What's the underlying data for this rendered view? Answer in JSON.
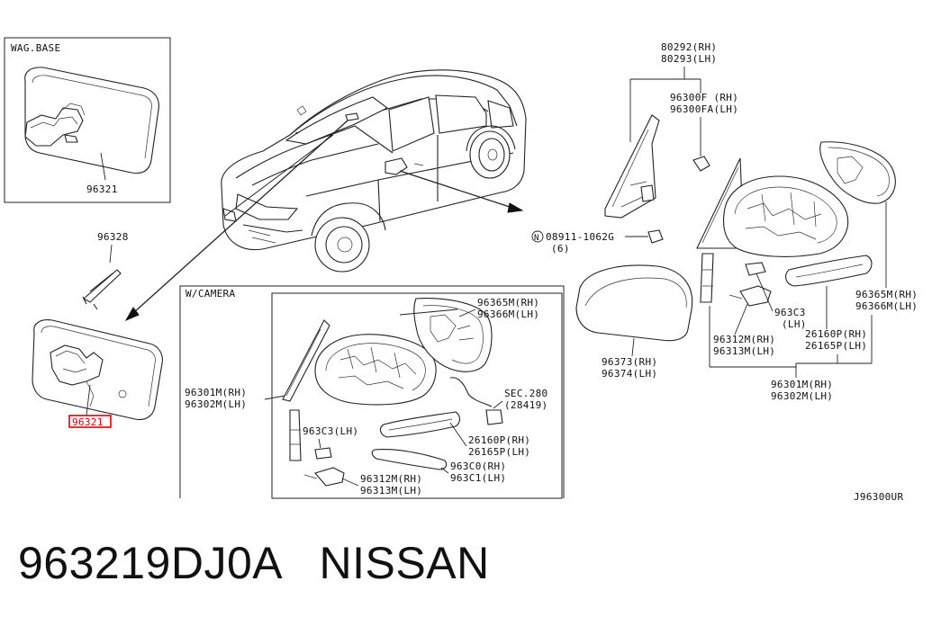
{
  "diagram": {
    "code": "J96300UR",
    "highlight_color": "#e00000",
    "boxes": {
      "wag_base": {
        "title": "WAG.BASE",
        "part": "96321"
      },
      "w_camera": {
        "title": "W/CAMERA"
      }
    },
    "labels": {
      "p96328": "96328",
      "p96321_highlight": "96321",
      "p80292": "80292(RH)",
      "p80293": "80293(LH)",
      "p96300f": "96300F (RH)",
      "p96300fa": "96300FA(LH)",
      "p08911": "08911-1062G",
      "p08911_qty": "(6)",
      "p96373": "96373(RH)",
      "p96374": "96374(LH)",
      "p96365m_r": "96365M(RH)",
      "p96366m_r": "96366M(LH)",
      "p963c3_r": "963C3",
      "p963c3_r_side": "(LH)",
      "p96312m_r": "96312M(RH)",
      "p96313m_r": "96313M(LH)",
      "p26160p_r": "26160P(RH)",
      "p26165p_r": "26165P(LH)",
      "p96301m_r": "96301M(RH)",
      "p96302m_r": "96302M(LH)",
      "cam_96365m": "96365M(RH)",
      "cam_96366m": "96366M(LH)",
      "cam_96301m": "96301M(RH)",
      "cam_96302m": "96302M(LH)",
      "cam_sec280": "SEC.280",
      "cam_28419": "(28419)",
      "cam_963c3": "963C3(LH)",
      "cam_26160p": "26160P(RH)",
      "cam_26165p": "26165P(LH)",
      "cam_963c0": "963C0(RH)",
      "cam_963c1": "963C1(LH)",
      "cam_96312m": "96312M(RH)",
      "cam_96313m": "96313M(LH)"
    }
  },
  "caption": {
    "part_number": "963219DJ0A",
    "brand": "NISSAN"
  }
}
